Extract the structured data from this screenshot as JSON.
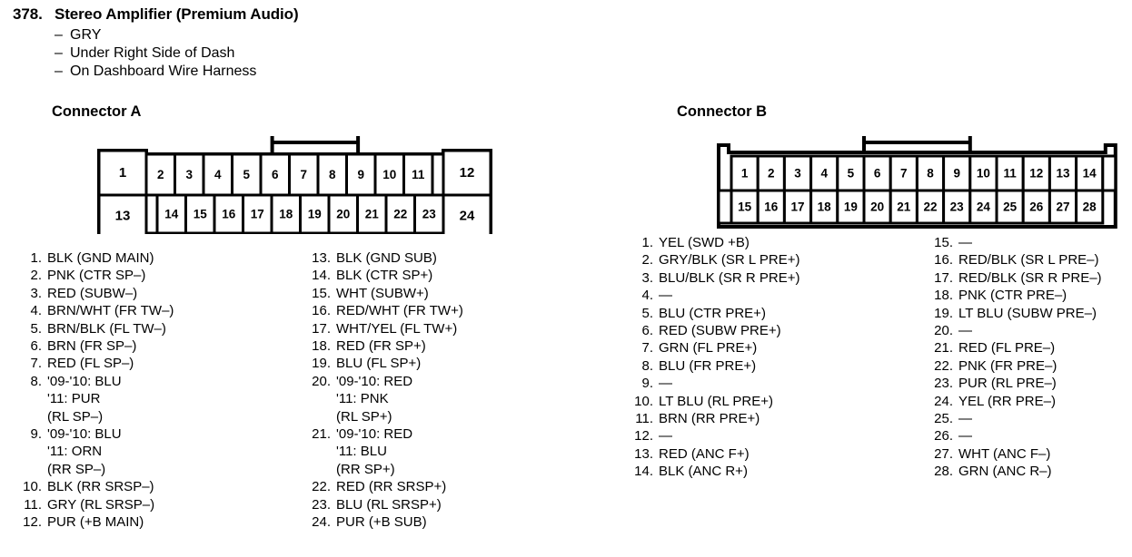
{
  "header": {
    "number": "378.",
    "title": "Stereo Amplifier (Premium Audio)",
    "dash": "–",
    "bullets": [
      "GRY",
      "Under Right Side of Dash",
      "On Dashboard Wire Harness"
    ]
  },
  "connector_a": {
    "title": "Connector A",
    "pin_count": 24,
    "top_row": [
      "1",
      "2",
      "3",
      "4",
      "5",
      "6",
      "7",
      "8",
      "9",
      "10",
      "11",
      "12"
    ],
    "bottom_row": [
      "13",
      "14",
      "15",
      "16",
      "17",
      "18",
      "19",
      "20",
      "21",
      "22",
      "23",
      "24"
    ],
    "pins_left": [
      {
        "n": "1.",
        "lines": [
          "BLK (GND MAIN)"
        ]
      },
      {
        "n": "2.",
        "lines": [
          "PNK (CTR SP–)"
        ]
      },
      {
        "n": "3.",
        "lines": [
          "RED (SUBW–)"
        ]
      },
      {
        "n": "4.",
        "lines": [
          "BRN/WHT (FR TW–)"
        ]
      },
      {
        "n": "5.",
        "lines": [
          "BRN/BLK (FL TW–)"
        ]
      },
      {
        "n": "6.",
        "lines": [
          "BRN (FR SP–)"
        ]
      },
      {
        "n": "7.",
        "lines": [
          "RED (FL SP–)"
        ]
      },
      {
        "n": "8.",
        "lines": [
          "'09-'10: BLU",
          "'11: PUR",
          "(RL SP–)"
        ]
      },
      {
        "n": "9.",
        "lines": [
          "'09-'10: BLU",
          "'11: ORN",
          "(RR SP–)"
        ]
      },
      {
        "n": "10.",
        "lines": [
          "BLK (RR SRSP–)"
        ]
      },
      {
        "n": "11.",
        "lines": [
          "GRY (RL SRSP–)"
        ]
      },
      {
        "n": "12.",
        "lines": [
          "PUR (+B MAIN)"
        ]
      }
    ],
    "pins_right": [
      {
        "n": "13.",
        "lines": [
          "BLK (GND SUB)"
        ]
      },
      {
        "n": "14.",
        "lines": [
          "BLK (CTR SP+)"
        ]
      },
      {
        "n": "15.",
        "lines": [
          "WHT (SUBW+)"
        ]
      },
      {
        "n": "16.",
        "lines": [
          "RED/WHT (FR TW+)"
        ]
      },
      {
        "n": "17.",
        "lines": [
          "WHT/YEL (FL TW+)"
        ]
      },
      {
        "n": "18.",
        "lines": [
          "RED (FR SP+)"
        ]
      },
      {
        "n": "19.",
        "lines": [
          "BLU (FL SP+)"
        ]
      },
      {
        "n": "20.",
        "lines": [
          "'09-'10: RED",
          "'11: PNK",
          "(RL SP+)"
        ]
      },
      {
        "n": "21.",
        "lines": [
          "'09-'10: RED",
          "'11: BLU",
          "(RR SP+)"
        ]
      },
      {
        "n": "22.",
        "lines": [
          "RED (RR SRSP+)"
        ]
      },
      {
        "n": "23.",
        "lines": [
          "BLU (RL SRSP+)"
        ]
      },
      {
        "n": "24.",
        "lines": [
          "PUR (+B SUB)"
        ]
      }
    ]
  },
  "connector_b": {
    "title": "Connector B",
    "pin_count": 28,
    "top_row": [
      "1",
      "2",
      "3",
      "4",
      "5",
      "6",
      "7",
      "8",
      "9",
      "10",
      "11",
      "12",
      "13",
      "14"
    ],
    "bottom_row": [
      "15",
      "16",
      "17",
      "18",
      "19",
      "20",
      "21",
      "22",
      "23",
      "24",
      "25",
      "26",
      "27",
      "28"
    ],
    "pins_left": [
      {
        "n": "1.",
        "lines": [
          "YEL (SWD +B)"
        ]
      },
      {
        "n": "2.",
        "lines": [
          "GRY/BLK (SR L PRE+)"
        ]
      },
      {
        "n": "3.",
        "lines": [
          "BLU/BLK (SR R PRE+)"
        ]
      },
      {
        "n": "4.",
        "lines": [
          "—"
        ]
      },
      {
        "n": "5.",
        "lines": [
          "BLU (CTR PRE+)"
        ]
      },
      {
        "n": "6.",
        "lines": [
          "RED (SUBW PRE+)"
        ]
      },
      {
        "n": "7.",
        "lines": [
          "GRN (FL PRE+)"
        ]
      },
      {
        "n": "8.",
        "lines": [
          "BLU (FR PRE+)"
        ]
      },
      {
        "n": "9.",
        "lines": [
          "—"
        ]
      },
      {
        "n": "10.",
        "lines": [
          "LT BLU (RL PRE+)"
        ]
      },
      {
        "n": "11.",
        "lines": [
          "BRN (RR PRE+)"
        ]
      },
      {
        "n": "12.",
        "lines": [
          "—"
        ]
      },
      {
        "n": "13.",
        "lines": [
          "RED (ANC F+)"
        ]
      },
      {
        "n": "14.",
        "lines": [
          "BLK (ANC R+)"
        ]
      }
    ],
    "pins_right": [
      {
        "n": "15.",
        "lines": [
          "—"
        ]
      },
      {
        "n": "16.",
        "lines": [
          "RED/BLK (SR L PRE–)"
        ]
      },
      {
        "n": "17.",
        "lines": [
          "RED/BLK (SR R PRE–)"
        ]
      },
      {
        "n": "18.",
        "lines": [
          "PNK (CTR PRE–)"
        ]
      },
      {
        "n": "19.",
        "lines": [
          "LT BLU (SUBW PRE–)"
        ]
      },
      {
        "n": "20.",
        "lines": [
          "—"
        ]
      },
      {
        "n": "21.",
        "lines": [
          "RED (FL PRE–)"
        ]
      },
      {
        "n": "22.",
        "lines": [
          "PNK (FR PRE–)"
        ]
      },
      {
        "n": "23.",
        "lines": [
          "PUR (RL PRE–)"
        ]
      },
      {
        "n": "24.",
        "lines": [
          "YEL (RR PRE–)"
        ]
      },
      {
        "n": "25.",
        "lines": [
          "—"
        ]
      },
      {
        "n": "26.",
        "lines": [
          "—"
        ]
      },
      {
        "n": "27.",
        "lines": [
          "WHT (ANC F–)"
        ]
      },
      {
        "n": "28.",
        "lines": [
          "GRN (ANC R–)"
        ]
      }
    ]
  },
  "colors": {
    "ink": "#000000",
    "paper": "#ffffff"
  }
}
